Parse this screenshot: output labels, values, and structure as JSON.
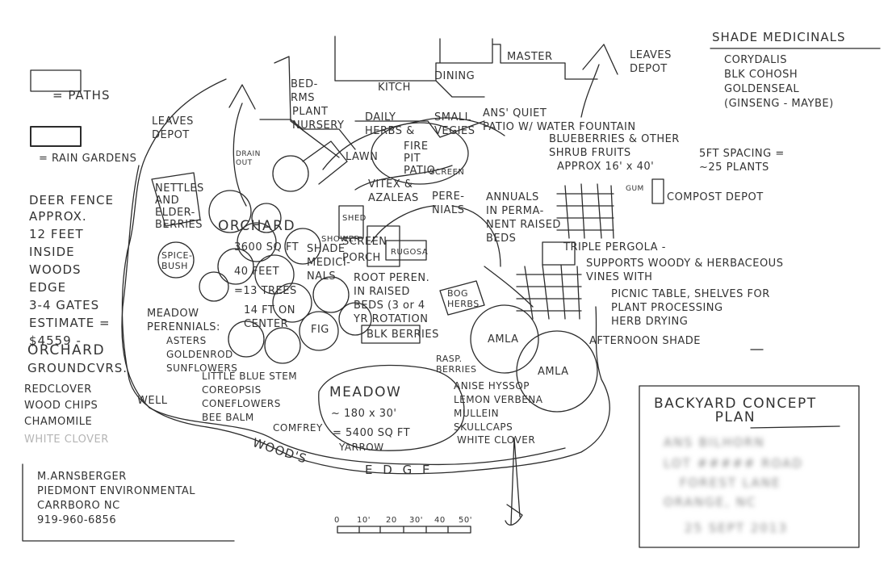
{
  "legend": {
    "paths": "= PATHS",
    "rain_gardens": "= RAIN GARDENS"
  },
  "deer_fence": {
    "title": "DEER FENCE",
    "lines": [
      "APPROX.",
      "12 FEET",
      "INSIDE",
      "WOODS",
      "EDGE",
      "3-4 GATES",
      "ESTIMATE =",
      "$4559 -"
    ]
  },
  "orchard_groundcovers": {
    "title": "ORCHARD",
    "subtitle": "GROUNDCVRS.",
    "items": [
      "REDCLOVER",
      "WOOD CHIPS",
      "CHAMOMILE",
      "WHITE CLOVER"
    ]
  },
  "designer": {
    "name": "M.ARNSBERGER",
    "company": "PIEDMONT ENVIRONMENTAL",
    "city": "CARRBORO NC",
    "phone": "919-960-6856"
  },
  "shade_medicinals": {
    "title": "SHADE MEDICINALS",
    "items": [
      "CORYDALIS",
      "BLK COHOSH",
      "GOLDENSEAL",
      "(GINSENG - MAYBE)"
    ]
  },
  "house": {
    "bedrooms": "BED-\nRMS",
    "kitchen": "KITCH",
    "dining": "DINING",
    "master": "MASTER"
  },
  "features": {
    "leaves_depot_top": "LEAVES\nDEPOT",
    "leaves_depot_left": "LEAVES\nDEPOT",
    "plant_nursery": "PLANT\nNURSERY",
    "daily_herbs": "DAILY\nHERBS &",
    "small_veggies": "SMALL\nVEGIES",
    "quiet_patio": "ANS' QUIET\nPATIO W/ WATER FOUNTAIN",
    "drain_out": "DRAIN\nOUT",
    "lawn": "LAWN",
    "fire_pit": "FIRE\nPIT\nPATIO",
    "screen_word": "SCREEN",
    "blueberries": "BLUEBERRIES & OTHER\nSHRUB FRUITS",
    "approx_size": "APPROX 16' x 40'",
    "spacing": "5FT SPACING =\n~25 PLANTS",
    "gum": "GUM",
    "compost_depot": "COMPOST DEPOT",
    "nettles": "NETTLES\nAND\nELDER-\nBERRIES",
    "vitex": "VITEX &\nAZALEAS",
    "perennials": "PERE-\nNIALS",
    "annuals": "ANNUALS\nIN PERMA-\nNENT RAISED\nBEDS",
    "orchard": "ORCHARD",
    "orchard_size": "3600 SQ FT",
    "shower": "SHOWER",
    "shed": "SHED",
    "screen_porch": "SCREEN\nPORCH",
    "rugosa": "RUGOSA",
    "spice_bush": "SPICE-\nBUSH",
    "forty_feet": "40 FEET",
    "thirteen_trees": "=13 TREES",
    "shade_medicinals_bed": "SHADE\nMEDICI-\nNALS",
    "root_perennials": "ROOT PEREN.\nIN RAISED\nBEDS (3 or 4\nYR ROTATION",
    "bog_herbs": "BOG\nHERBS",
    "triple_pergola": "TRIPLE PERGOLA -",
    "pergola_desc": "SUPPORTS WOODY & HERBACEOUS\nVINES WITH",
    "picnic": "PICNIC TABLE, SHELVES FOR\nPLANT PROCESSING\nHERB DRYING",
    "afternoon_shade": "AFTERNOON SHADE",
    "meadow_perennials": "MEADOW\nPERENNIALS:",
    "asters": "ASTERS\nGOLDENROD\nSUNFLOWERS",
    "fourteen_ft": "14 FT ON\nCENTER",
    "fig": "FIG",
    "blk_berries": "BLK BERRIES",
    "amla_1": "AMLA",
    "amla_2": "AMLA",
    "rasp_berries": "RASP.\nBERRIES",
    "little_blue_stem": "LITTLE BLUE STEM\nCOREOPSIS\nCONEFLOWERS\nBEE BALM",
    "well": "WELL",
    "meadow": "MEADOW",
    "meadow_dims": "~ 180 x 30'",
    "meadow_area": "= 5400 SQ FT",
    "comfrey": "COMFREY",
    "yarrow": "YARROW",
    "anise": "ANISE HYSSOP\nLEMON VERBENA\nMULLEIN\nSKULLCAPS",
    "white_clover": "WHITE CLOVER",
    "woods": "WOOD'S",
    "edge": "E D G E"
  },
  "title_block": {
    "title": "BACKYARD CONCEPT\nPLAN",
    "client_name": "ANS BILHORN",
    "client_line2": "LOT ##### ROAD",
    "client_line3": "FOREST LANE",
    "client_line4": "ORANGE, NC",
    "client_date": "25 SEPT 2013"
  },
  "scale": {
    "labels": [
      "0",
      "10'",
      "20",
      "30'",
      "40",
      "50'"
    ]
  },
  "colors": {
    "ink": "#2b2b2b",
    "paper": "#ffffff",
    "faint": "#b5b5b5"
  }
}
